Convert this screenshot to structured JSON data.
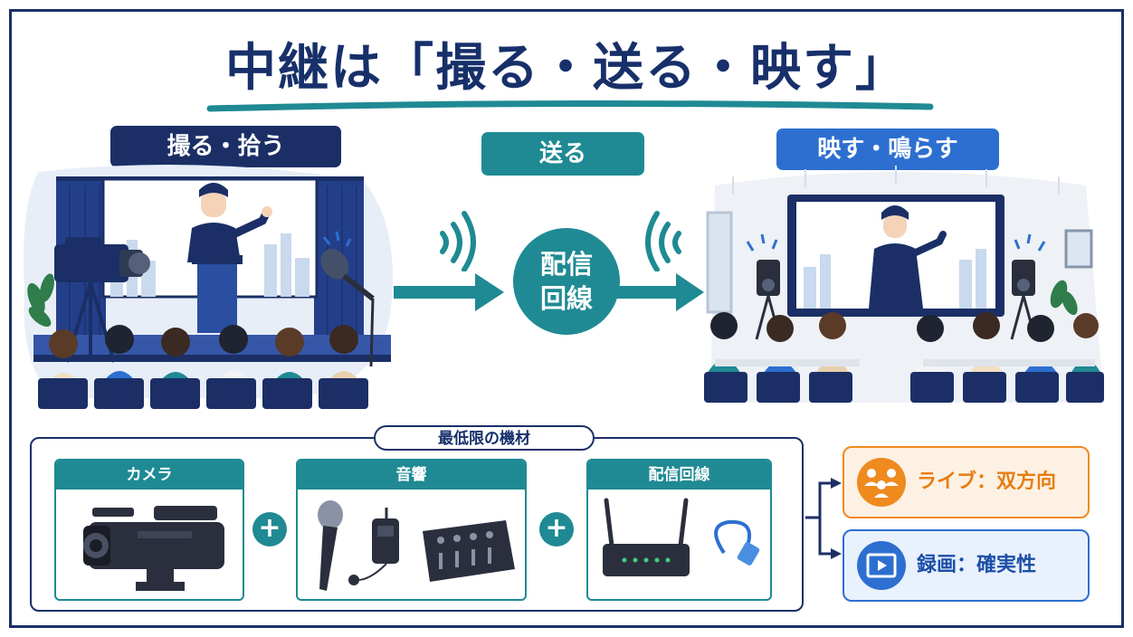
{
  "title": "中継は「撮る・送る・映す」",
  "stages": {
    "shoot": "撮る・拾う",
    "send": "送る",
    "show": "映す・鳴らす"
  },
  "line_circle": {
    "line1": "配信",
    "line2": "回線"
  },
  "equipment": {
    "label": "最低限の機材",
    "cards": [
      {
        "label": "カメラ"
      },
      {
        "label": "音響"
      },
      {
        "label": "配信回線"
      }
    ],
    "plus": "+"
  },
  "options": {
    "live": "ライブ：双方向",
    "record": "録画：確実性"
  },
  "colors": {
    "navy": "#1b2f66",
    "teal": "#1f8a93",
    "blue": "#2d6fd0",
    "orange": "#ef8a1f"
  },
  "icons": [
    "wifi-icon",
    "arrow-right-icon",
    "camera-icon",
    "microphone-icon",
    "mixer-icon",
    "router-icon",
    "ethernet-cable-icon",
    "people-icon",
    "video-play-icon"
  ]
}
